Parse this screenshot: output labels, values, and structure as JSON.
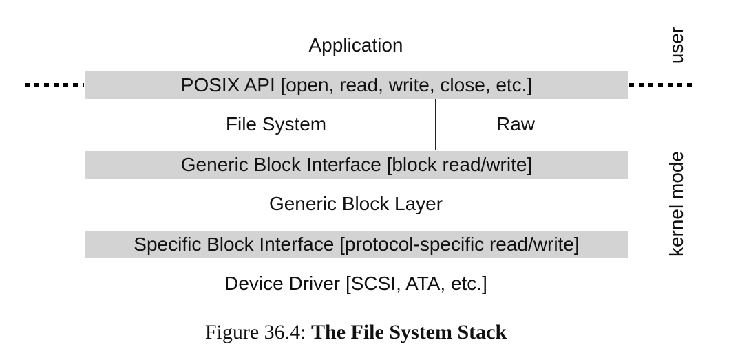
{
  "layers": {
    "application": "Application",
    "posix_api": "POSIX API [open, read, write, close, etc.]",
    "file_system": "File System",
    "raw": "Raw",
    "generic_block_interface": "Generic Block Interface [block read/write]",
    "generic_block_layer": "Generic Block Layer",
    "specific_block_interface": "Specific Block Interface [protocol-specific read/write]",
    "device_driver": "Device Driver [SCSI, ATA, etc.]"
  },
  "side_labels": {
    "user": "user",
    "kernel_mode": "kernel mode"
  },
  "caption": {
    "prefix": "Figure 36.4: ",
    "title": "The File System Stack"
  },
  "colors": {
    "band_fill": "#d3d3d3",
    "text": "#111111"
  }
}
